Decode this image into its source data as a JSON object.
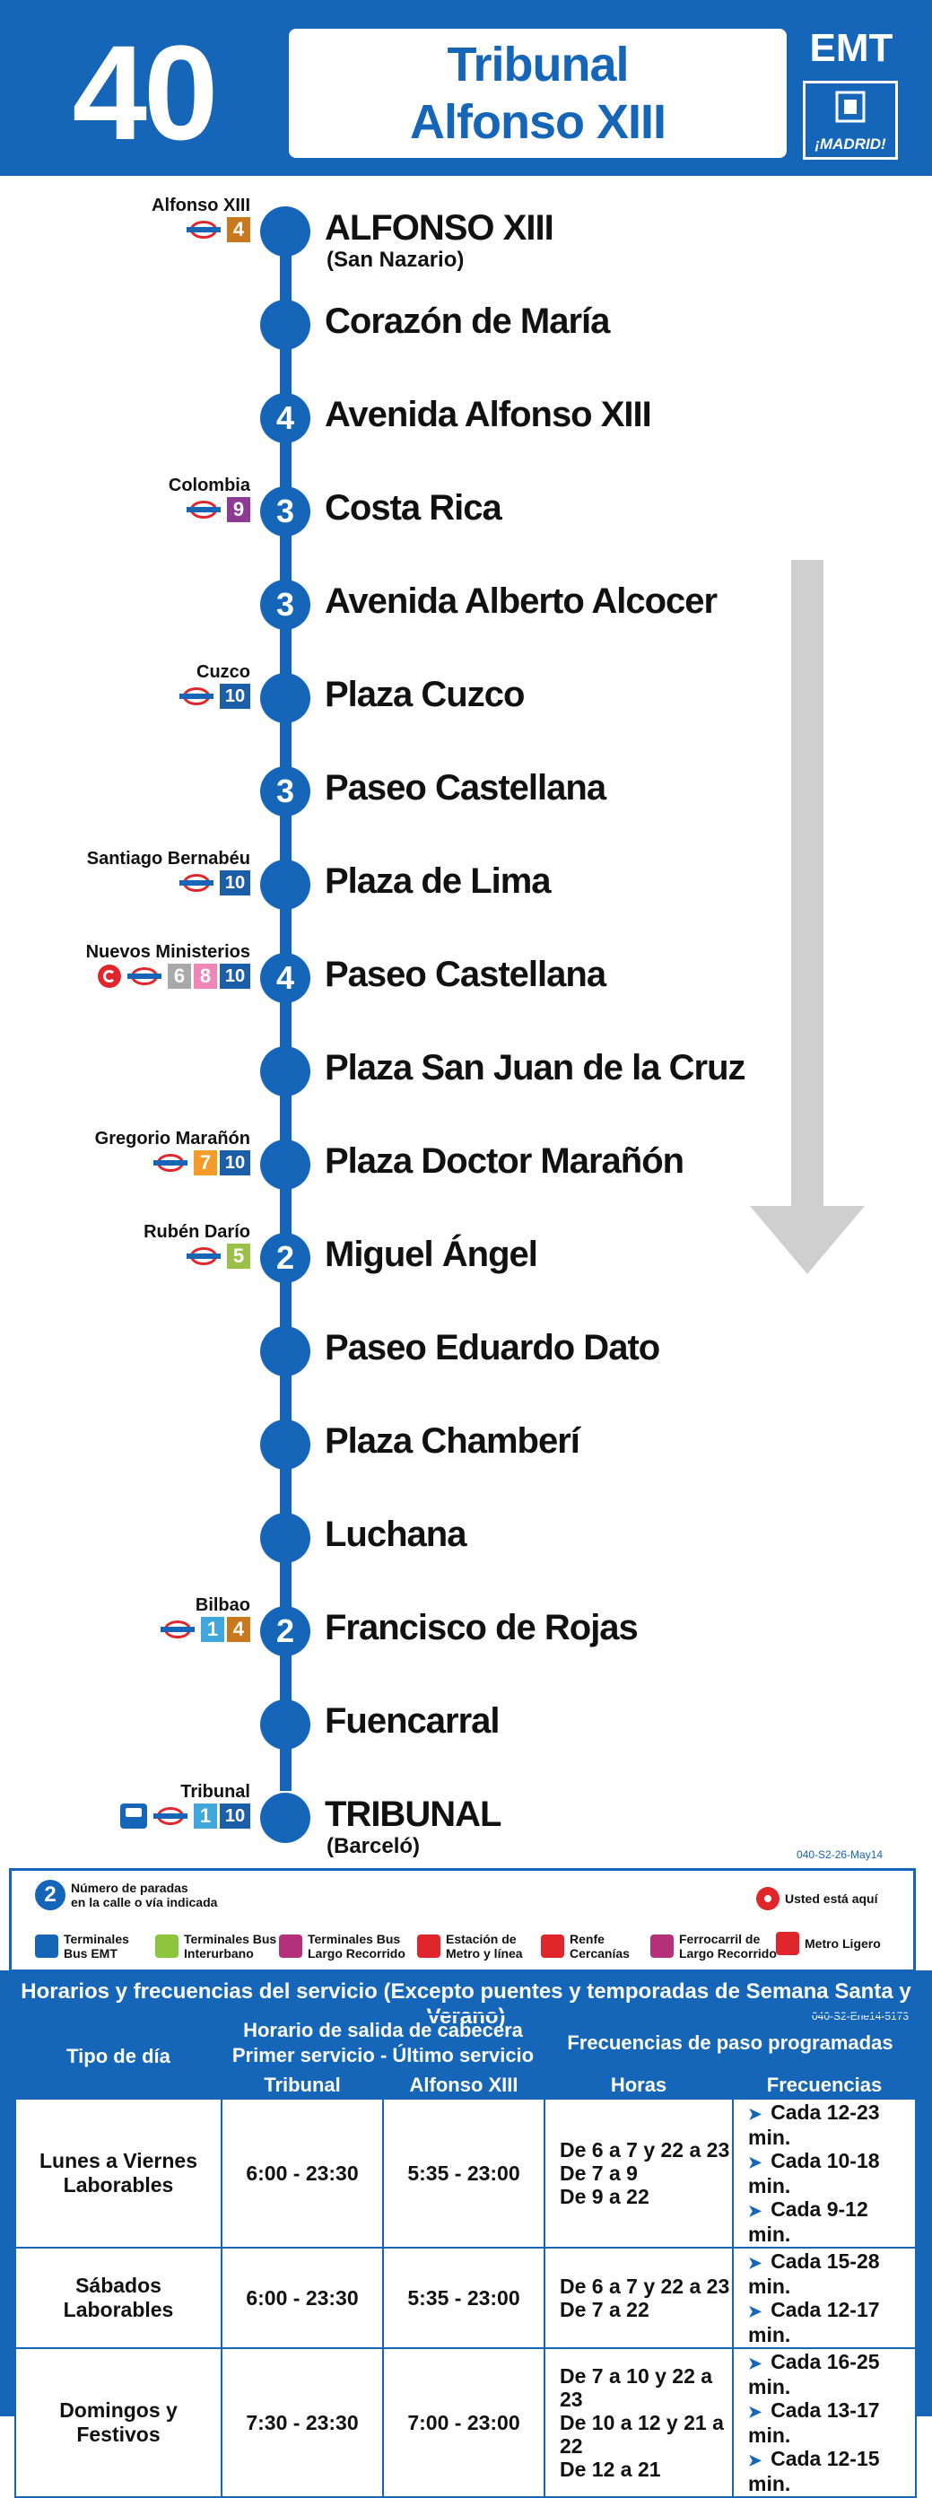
{
  "header": {
    "line_number": "40",
    "destination_line1": "Tribunal",
    "destination_line2": "Alfonso XIII",
    "operator": "EMT",
    "city_logo_text": "¡MADRID!"
  },
  "stops": [
    {
      "name": "ALFONSO XIII",
      "sub": "(San Nazario)",
      "count": "",
      "connection": {
        "name": "Alfonso XIII",
        "metro": true,
        "lines": [
          "4"
        ]
      }
    },
    {
      "name": "Corazón de María",
      "count": ""
    },
    {
      "name": "Avenida Alfonso XIII",
      "count": "4"
    },
    {
      "name": "Costa Rica",
      "count": "3",
      "connection": {
        "name": "Colombia",
        "metro": true,
        "lines": [
          "9"
        ]
      }
    },
    {
      "name": "Avenida Alberto Alcocer",
      "count": "3"
    },
    {
      "name": "Plaza Cuzco",
      "count": "",
      "connection": {
        "name": "Cuzco",
        "metro": true,
        "lines": [
          "10"
        ]
      }
    },
    {
      "name": "Paseo Castellana",
      "count": "3"
    },
    {
      "name": "Plaza de Lima",
      "count": "",
      "connection": {
        "name": "Santiago Bernabéu",
        "metro": true,
        "lines": [
          "10"
        ]
      }
    },
    {
      "name": "Paseo Castellana",
      "count": "4",
      "connection": {
        "name": "Nuevos Ministerios",
        "renfe": true,
        "metro": true,
        "lines": [
          "6",
          "8",
          "10"
        ]
      }
    },
    {
      "name": "Plaza San Juan de la Cruz",
      "count": ""
    },
    {
      "name": "Plaza Doctor Marañón",
      "count": "",
      "connection": {
        "name": "Gregorio Marañón",
        "metro": true,
        "lines": [
          "7",
          "10"
        ]
      }
    },
    {
      "name": "Miguel Ángel",
      "count": "2",
      "connection": {
        "name": "Rubén Darío",
        "metro": true,
        "lines": [
          "5"
        ]
      }
    },
    {
      "name": "Paseo Eduardo Dato",
      "count": ""
    },
    {
      "name": "Plaza Chamberí",
      "count": ""
    },
    {
      "name": "Luchana",
      "count": ""
    },
    {
      "name": "Francisco de Rojas",
      "count": "2",
      "connection": {
        "name": "Bilbao",
        "metro": true,
        "lines": [
          "1",
          "4"
        ]
      }
    },
    {
      "name": "Fuencarral",
      "count": ""
    },
    {
      "name": "TRIBUNAL",
      "sub": "(Barceló)",
      "count": "",
      "connection": {
        "name": "Tribunal",
        "bus": true,
        "metro": true,
        "lines": [
          "1",
          "10"
        ]
      }
    }
  ],
  "line_colors": {
    "1": "#3fa7dc",
    "4": "#c9781d",
    "5": "#9ac04a",
    "6": "#a9a9a9",
    "7": "#f39c2a",
    "8": "#ef86b6",
    "9": "#8e3b95",
    "10": "#1d5ea8"
  },
  "print_code": "040-S2-26-May14",
  "legend": {
    "stops_count_example": "2",
    "stops_count_text_1": "Número de paradas",
    "stops_count_text_2": "en la calle o vía indicada",
    "you_are_here": "Usted está aquí",
    "items": [
      {
        "l1": "Terminales",
        "l2": "Bus EMT",
        "color": "#1565b8"
      },
      {
        "l1": "Terminales Bus",
        "l2": "Interurbano",
        "color": "#8cc63f"
      },
      {
        "l1": "Terminales Bus",
        "l2": "Largo Recorrido",
        "color": "#b5307a"
      },
      {
        "l1": "Estación de",
        "l2": "Metro y línea",
        "color": "#e0262b"
      },
      {
        "l1": "Renfe",
        "l2": "Cercanías",
        "color": "#e0262b"
      },
      {
        "l1": "Ferrocarril de",
        "l2": "Largo Recorrido",
        "color": "#b5307a"
      },
      {
        "l1": "Metro Ligero",
        "l2": "",
        "color": "#e0262b"
      }
    ]
  },
  "schedule": {
    "title": "Horarios y frecuencias del servicio (Excepto puentes y temporadas de Semana Santa y Verano)",
    "code": "040-S2-Ene14-5173",
    "col_day_type": "Tipo de día",
    "col_departure_1": "Horario de salida de cabecera",
    "col_departure_2": "Primer servicio - Último servicio",
    "col_frequencies": "Frecuencias de paso programadas",
    "sub_tribunal": "Tribunal",
    "sub_alfonso": "Alfonso XIII",
    "sub_hours": "Horas",
    "sub_freqs": "Frecuencias",
    "rows": [
      {
        "day": [
          "Lunes a Viernes",
          "Laborables"
        ],
        "tribunal": "6:00 - 23:30",
        "alfonso": "5:35 - 23:00",
        "hours": [
          "De 6 a 7 y 22 a 23",
          "De 7 a 9",
          "De 9 a 22"
        ],
        "freqs": [
          "Cada 12-23 min.",
          "Cada 10-18 min.",
          "Cada 9-12 min."
        ]
      },
      {
        "day": [
          "Sábados",
          "Laborables"
        ],
        "tribunal": "6:00 - 23:30",
        "alfonso": "5:35 - 23:00",
        "hours": [
          "De 6 a 7 y 22 a 23",
          "De 7 a 22"
        ],
        "freqs": [
          "Cada 15-28 min.",
          "Cada 12-17 min."
        ]
      },
      {
        "day": [
          "Domingos y",
          "Festivos"
        ],
        "tribunal": "7:30 - 23:30",
        "alfonso": "7:00 - 23:00",
        "hours": [
          "De 7 a 10 y 22 a 23",
          "De 10 a 12 y 21 a 22",
          "De 12 a 21"
        ],
        "freqs": [
          "Cada 16-25 min.",
          "Cada 13-17 min.",
          "Cada 12-15 min."
        ]
      }
    ]
  }
}
